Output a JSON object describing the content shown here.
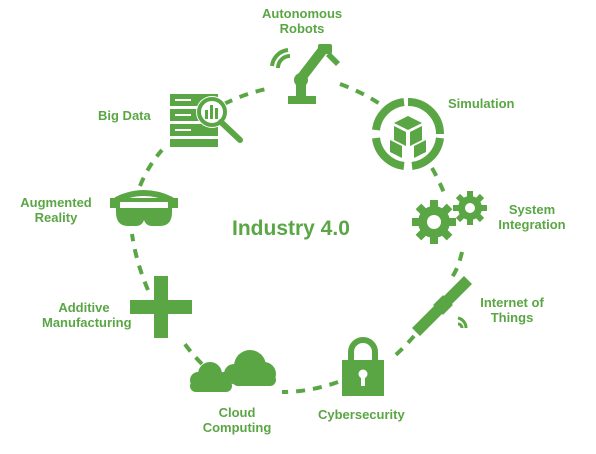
{
  "accent_color": "#5aa645",
  "center_title": "Industry 4.0",
  "nodes": {
    "autonomous_robots": {
      "line1": "Autonomous",
      "line2": "Robots",
      "icon": "robot-arm-icon"
    },
    "simulation": {
      "label": "Simulation",
      "icon": "cube-cycle-icon"
    },
    "system_integration": {
      "line1": "System",
      "line2": "Integration",
      "icon": "gears-icon"
    },
    "internet_of_things": {
      "line1": "Internet of",
      "line2": "Things",
      "icon": "satellite-icon"
    },
    "cybersecurity": {
      "label": "Cybersecurity",
      "icon": "padlock-icon"
    },
    "cloud_computing": {
      "line1": "Cloud",
      "line2": "Computing",
      "icon": "cloud-icon"
    },
    "additive_manufacturing": {
      "line1": "Additive",
      "line2": "Manufacturing",
      "icon": "plus-icon"
    },
    "augmented_reality": {
      "line1": "Augmented",
      "line2": "Reality",
      "icon": "vr-headset-icon"
    },
    "big_data": {
      "label": "Big Data",
      "icon": "server-magnifier-icon"
    }
  }
}
